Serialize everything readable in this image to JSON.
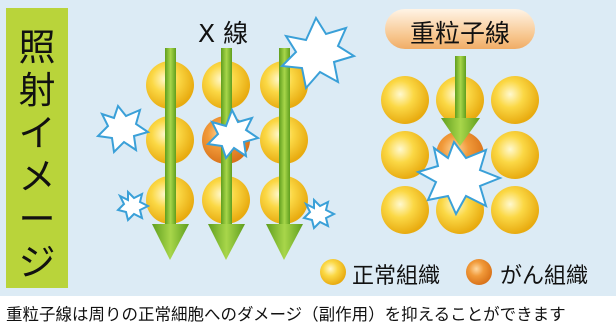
{
  "title": [
    "照",
    "射",
    "イ",
    "メ",
    "ー",
    "ジ"
  ],
  "xray_label": "X 線",
  "heavy_ion_label": "重粒子線",
  "legend": {
    "normal": "正常組織",
    "cancer": "がん組織"
  },
  "caption": "重粒子線は周りの正常細胞へのダメージ（副作用）を抑えることができます",
  "colors": {
    "panel_bg": "#dcebf5",
    "title_bg": "#b9d43a",
    "normal_cell": "#f5c518",
    "cancer_cell": "#e8891e",
    "beam": "#7cb82f",
    "burst_stroke": "#3aa0d8"
  }
}
